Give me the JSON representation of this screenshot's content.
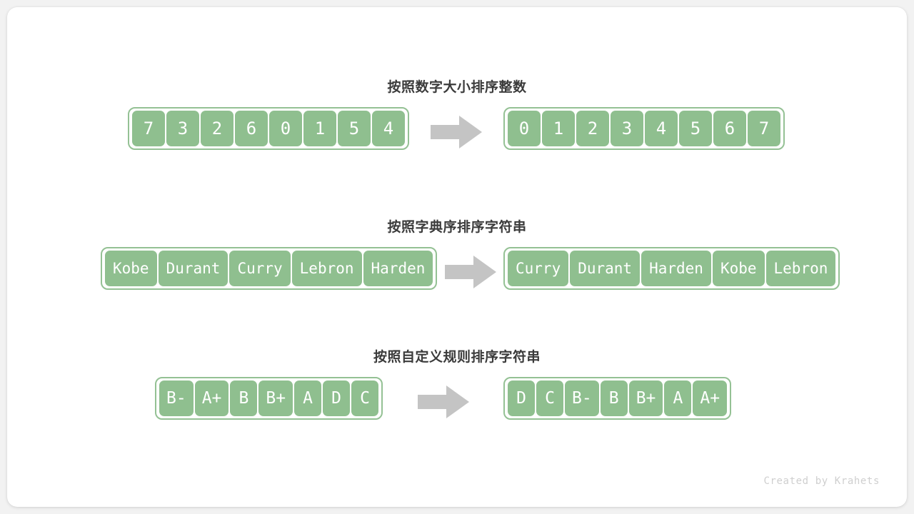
{
  "card": {
    "background": "#ffffff",
    "accent_green": "#8fbf8f",
    "border_green": "#94c194",
    "title_color": "#3b3b3b",
    "arrow_color": "#c4c4c4"
  },
  "sections": [
    {
      "title": "按照数字大小排序整数",
      "kind": "num",
      "input": [
        "7",
        "3",
        "2",
        "6",
        "0",
        "1",
        "5",
        "4"
      ],
      "output": [
        "0",
        "1",
        "2",
        "3",
        "4",
        "5",
        "6",
        "7"
      ],
      "arrow": "right-arrow-icon"
    },
    {
      "title": "按照字典序排序字符串",
      "kind": "str",
      "input": [
        "Kobe",
        "Durant",
        "Curry",
        "Lebron",
        "Harden"
      ],
      "output": [
        "Curry",
        "Durant",
        "Harden",
        "Kobe",
        "Lebron"
      ],
      "arrow": "right-arrow-icon"
    },
    {
      "title": "按照自定义规则排序字符串",
      "kind": "grade",
      "input": [
        "B-",
        "A+",
        "B",
        "B+",
        "A",
        "D",
        "C"
      ],
      "output": [
        "D",
        "C",
        "B-",
        "B",
        "B+",
        "A",
        "A+"
      ],
      "arrow": "right-arrow-icon"
    }
  ],
  "footer": {
    "credit": "Created by Krahets"
  }
}
